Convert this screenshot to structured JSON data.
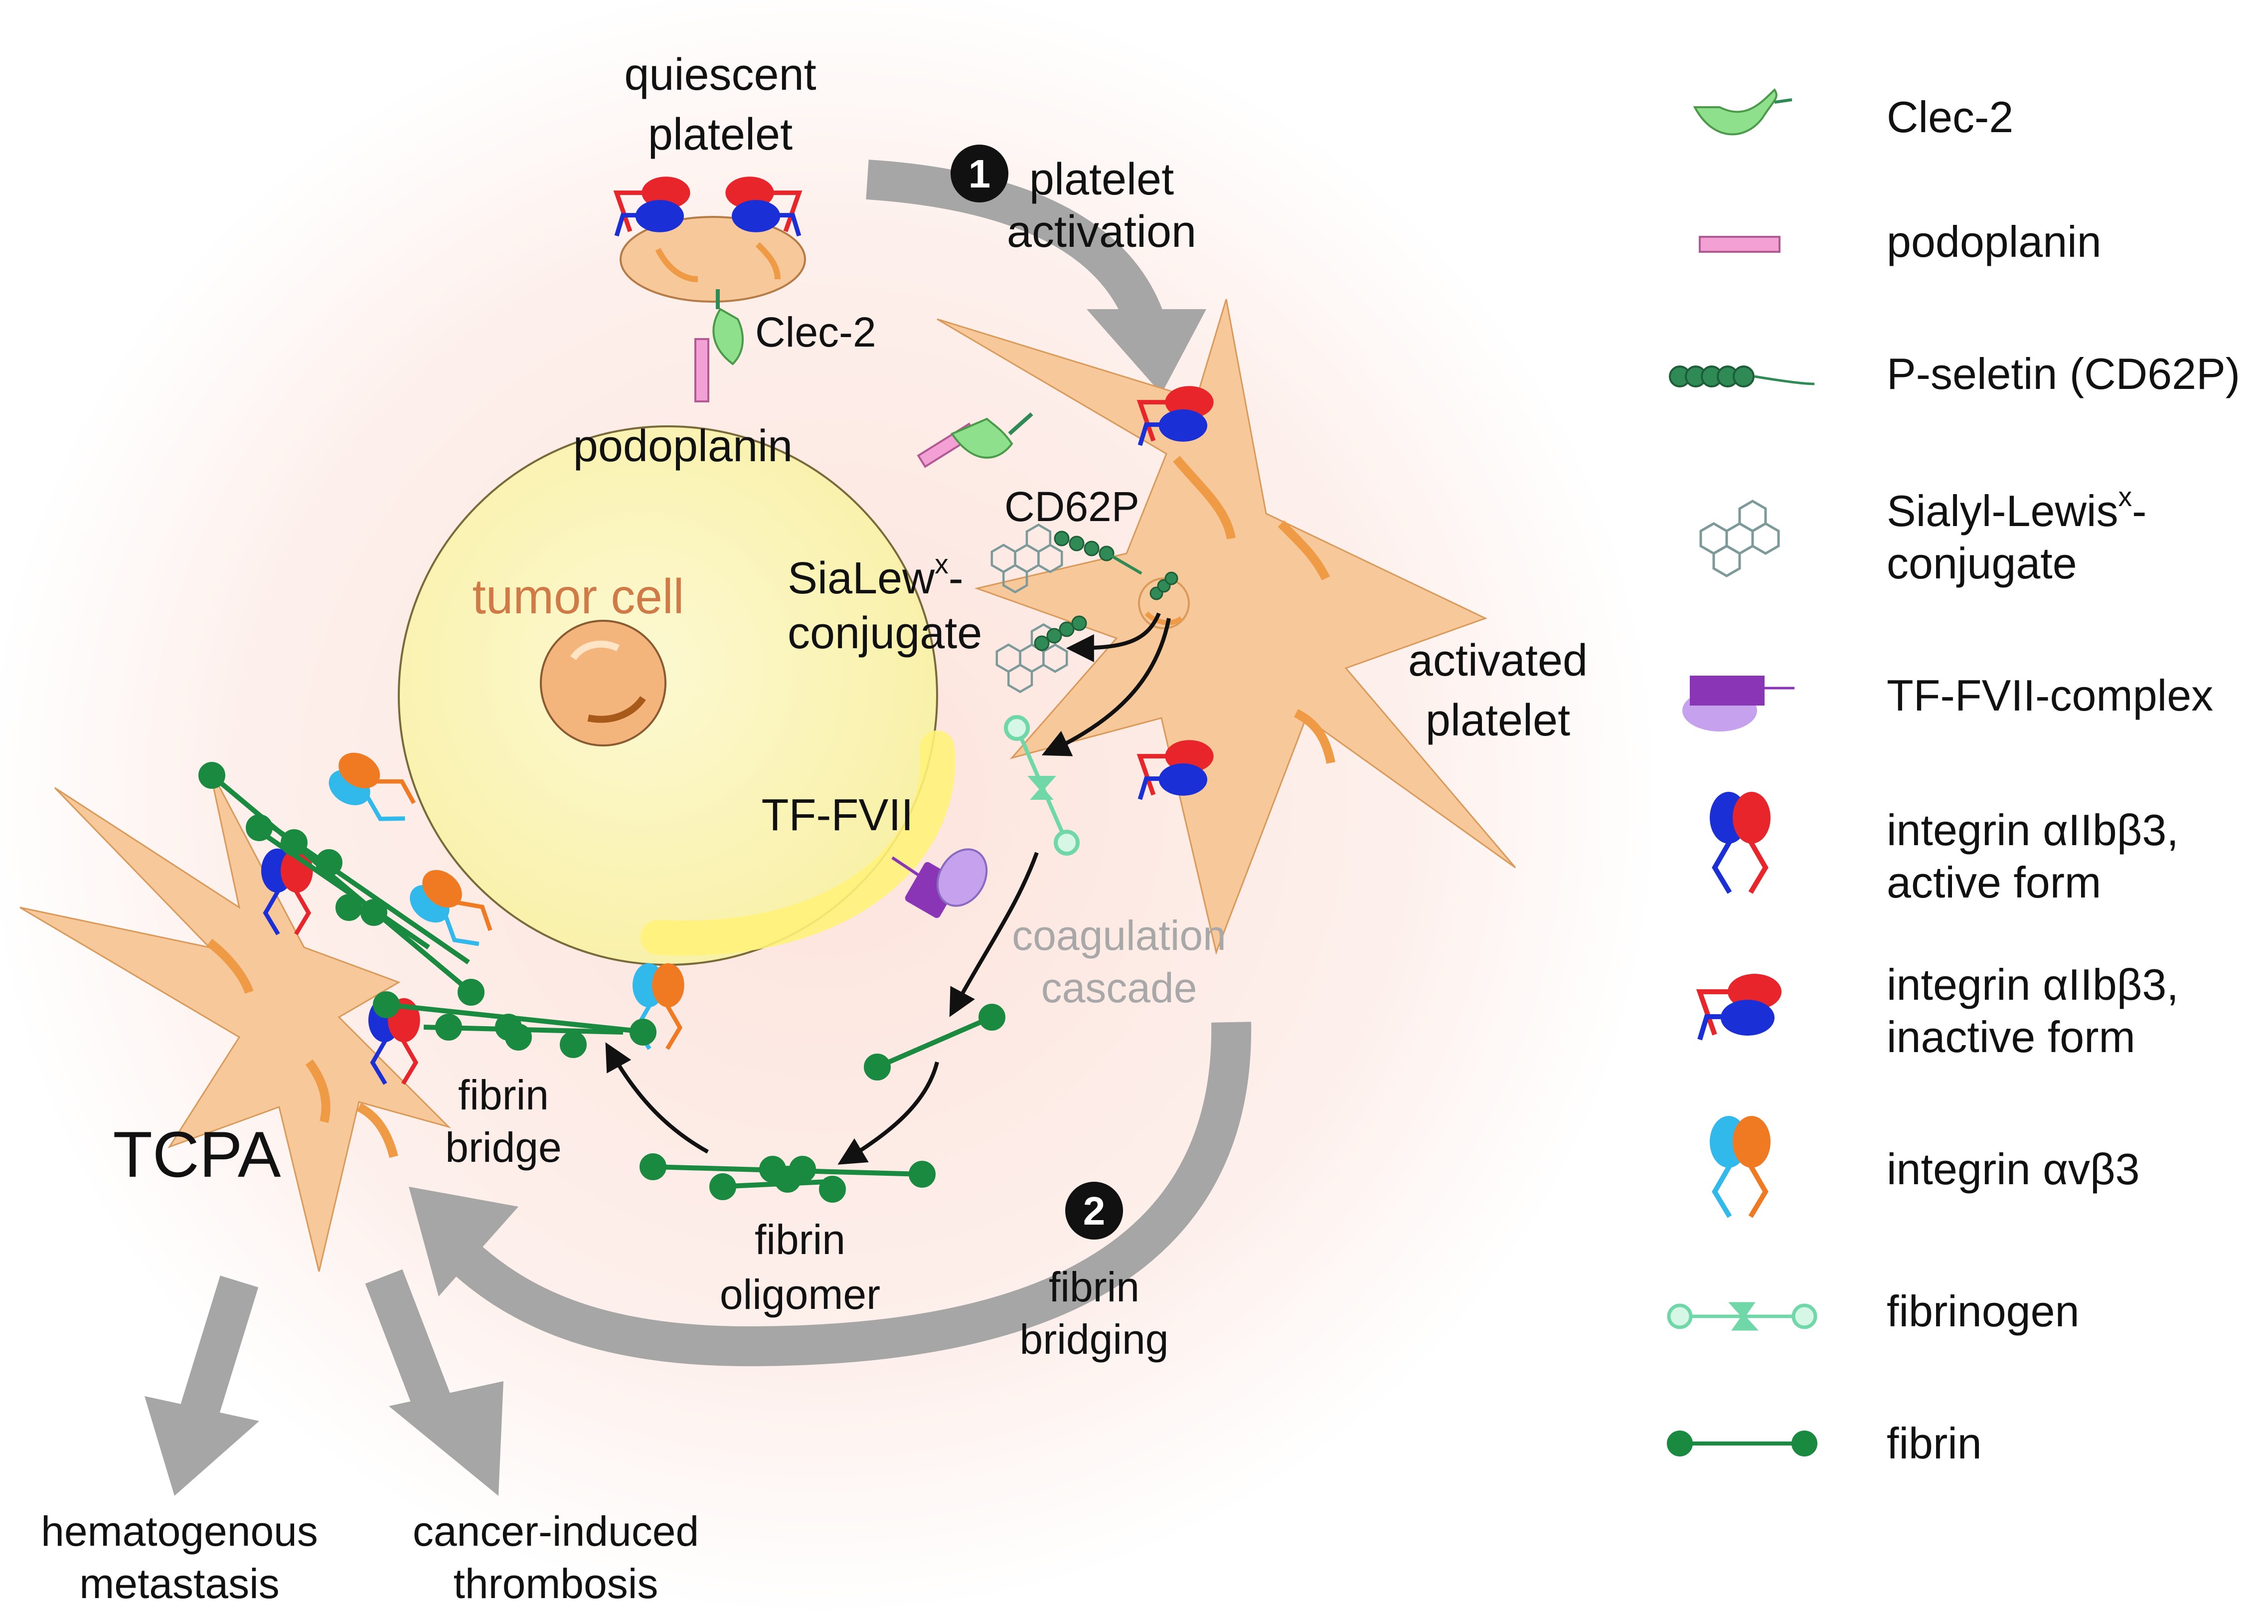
{
  "colors": {
    "background_glow": "#fde3dc",
    "tumor_cell_fill": "#fbf5b8",
    "platelet_fill": "#f7c89a",
    "platelet_accent": "#ef9a45",
    "arrow_grey": "#a6a6a6",
    "tumor_label": "#d07a47",
    "coagulation_label": "#a8a8a8",
    "clec2_green": "#8fe08c",
    "podoplanin_pink": "#f3a0d4",
    "pselectin_green": "#2f8a55",
    "sialyl_grey": "#7c9a9a",
    "tf_purple": "#8a35b5",
    "fvii_lavender": "#c6a2ee",
    "integrin_red": "#e8252b",
    "integrin_blue": "#1a2fd6",
    "integrin_cyan": "#32b9ec",
    "integrin_orange": "#f07a22",
    "fibrinogen_green": "#6fd7a8",
    "fibrin_green": "#198a3f"
  },
  "labels": {
    "quiescent_platelet_line1": "quiescent",
    "quiescent_platelet_line2": "platelet",
    "step1_number": "1",
    "platelet_activation_line1": "platelet",
    "platelet_activation_line2": "activation",
    "clec2": "Clec-2",
    "podoplanin": "podoplanin",
    "cd62p": "CD62P",
    "sialew_line1": "SiaLew",
    "sialew_sup": "x",
    "sialew_dash": "-",
    "sialew_line2": "conjugate",
    "tumor_cell": "tumor cell",
    "activated_platelet_line1": "activated",
    "activated_platelet_line2": "platelet",
    "tf_fvii": "TF-FVII",
    "coagulation_line1": "coagulation",
    "coagulation_line2": "cascade",
    "fibrin_bridge_line1": "fibrin",
    "fibrin_bridge_line2": "bridge",
    "tcpa": "TCPA",
    "fibrin_oligomer_line1": "fibrin",
    "fibrin_oligomer_line2": "oligomer",
    "step2_number": "2",
    "fibrin_bridging_line1": "fibrin",
    "fibrin_bridging_line2": "bridging",
    "hematogenous_line1": "hematogenous",
    "hematogenous_line2": "metastasis",
    "thrombosis_line1": "cancer-induced",
    "thrombosis_line2": "thrombosis"
  },
  "legend": {
    "items": [
      {
        "icon": "clec2-icon",
        "label": "Clec-2"
      },
      {
        "icon": "podoplanin-icon",
        "label": "podoplanin"
      },
      {
        "icon": "p-selectin-icon",
        "label": "P-seletin (CD62P)"
      },
      {
        "icon": "sialyl-lewis-icon",
        "label_line1": "Sialyl-Lewis",
        "label_sup": "x",
        "label_dash": "-",
        "label_line2": "conjugate"
      },
      {
        "icon": "tf-fvii-complex-icon",
        "label": "TF-FVII-complex"
      },
      {
        "icon": "integrin-active-icon",
        "label_line1": "integrin αIIbβ3,",
        "label_line2": "active form"
      },
      {
        "icon": "integrin-inactive-icon",
        "label_line1": "integrin αIIbβ3,",
        "label_line2": "inactive form"
      },
      {
        "icon": "integrin-avb3-icon",
        "label": "integrin αvβ3"
      },
      {
        "icon": "fibrinogen-icon",
        "label": "fibrinogen"
      },
      {
        "icon": "fibrin-icon",
        "label": "fibrin"
      }
    ]
  }
}
